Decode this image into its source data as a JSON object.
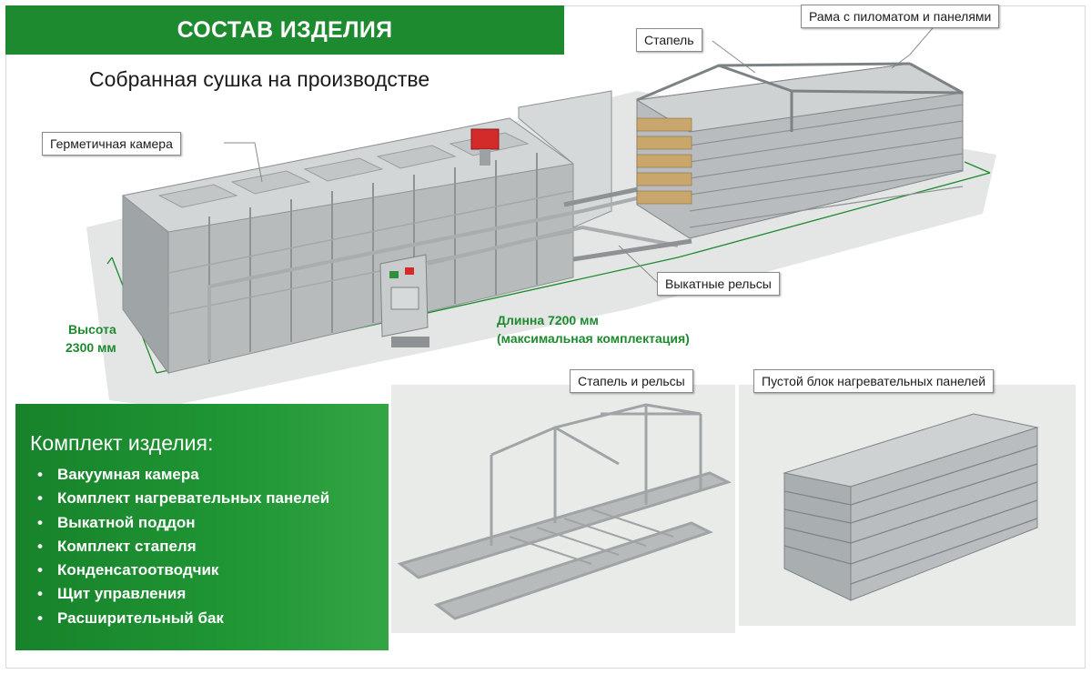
{
  "header": {
    "title": "СОСТАВ ИЗДЕЛИЯ",
    "subtitle": "Собранная сушка на производстве"
  },
  "callouts": {
    "sealed_chamber": "Герметичная камера",
    "stapel": "Стапель",
    "frame": "Рама с пиломатом и панелями",
    "rails": "Выкатные рельсы",
    "stapel_rails": "Стапель и рельсы",
    "empty_block": "Пустой блок нагревательных панелей"
  },
  "dimensions": {
    "height_line1": "Высота",
    "height_line2": "2300 мм",
    "length_line1": "Длинна 7200 мм",
    "length_line2": "(максимальная комплектация)"
  },
  "kit": {
    "title": "Комплект изделия:",
    "bullet": "•",
    "items": [
      "Вакуумная камера",
      "Комплект нагревательных панелей",
      "Выкатной поддон",
      "Комплект стапеля",
      "Конденсатоотводчик",
      "Щит управления",
      "Расширительный бак"
    ]
  },
  "colors": {
    "brand_green": "#1e8a2f",
    "chamber_gray": "#b9bcbd",
    "frame_gray": "#9ea3a6",
    "ground": "#e6e9e6",
    "control_red": "#d32a2a"
  },
  "icons": [
    "control-cabinet-icon",
    "red-valve-icon"
  ]
}
